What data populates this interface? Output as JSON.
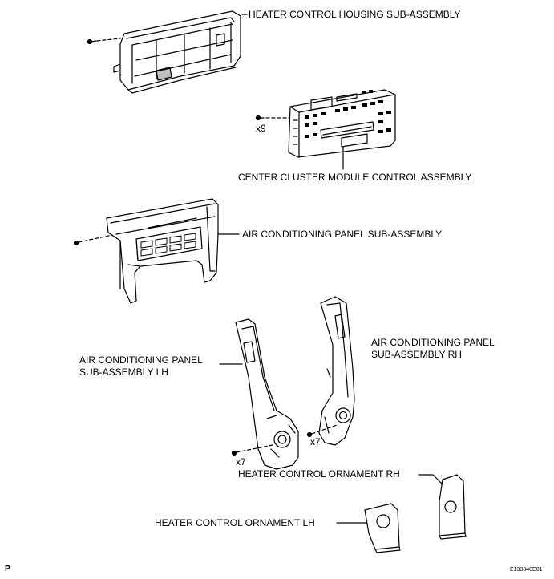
{
  "labels": {
    "housing": "HEATER CONTROL HOUSING SUB-ASSEMBLY",
    "cluster": "CENTER CLUSTER MODULE CONTROL ASSEMBLY",
    "ac_panel": "AIR CONDITIONING PANEL SUB-ASSEMBLY",
    "ac_panel_lh_line1": "AIR CONDITIONING PANEL",
    "ac_panel_lh_line2": "SUB-ASSEMBLY LH",
    "ac_panel_rh_line1": "AIR CONDITIONING PANEL",
    "ac_panel_rh_line2": "SUB-ASSEMBLY RH",
    "ornament_rh": "HEATER CONTROL ORNAMENT RH",
    "ornament_lh": "HEATER CONTROL ORNAMENT LH"
  },
  "quantities": {
    "cluster_screws": "x9",
    "lh_screws": "x7",
    "rh_screws": "x7"
  },
  "footer": {
    "corner_mark": "P",
    "figure_id": "E133340E01"
  }
}
